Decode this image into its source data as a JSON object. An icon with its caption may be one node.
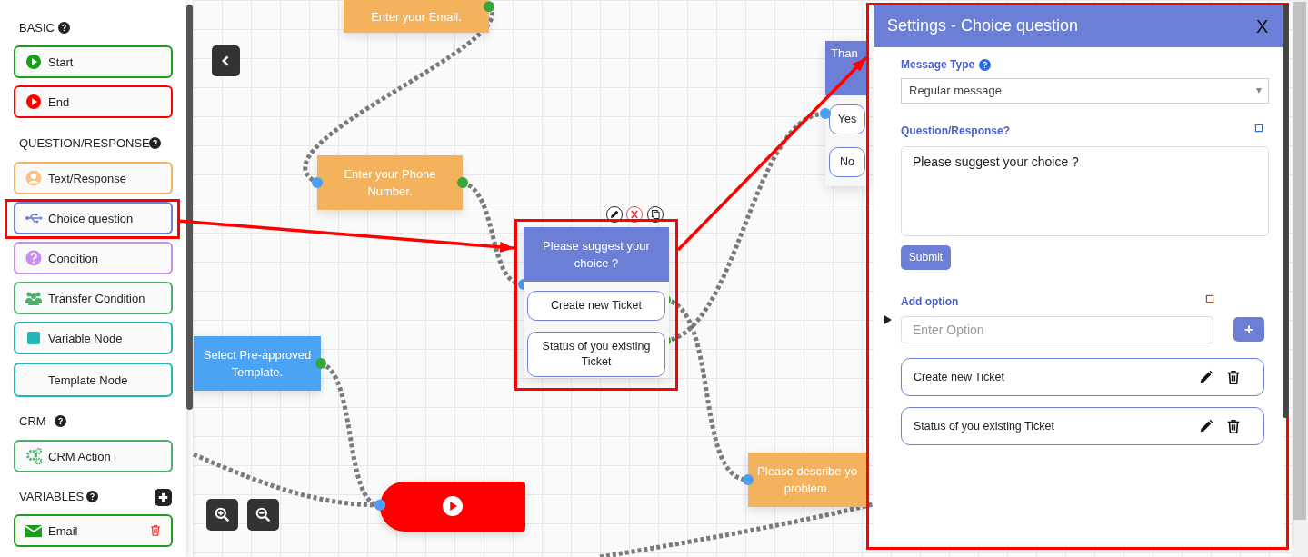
{
  "diagram": {
    "nodes": [
      {
        "text": [
          "Start"
        ]
      },
      {
        "text": [
          "End"
        ]
      },
      {
        "text": [
          "Text/Response"
        ]
      },
      {
        "text": [],
        "shape": "box"
      },
      {
        "text": [
          "Choice question"
        ],
        "in": 3
      },
      {
        "text": [
          "Condition"
        ]
      },
      {
        "text": [
          "Transfer Condition"
        ]
      },
      {
        "text": [
          "Variable Node"
        ]
      },
      {
        "text": [
          "Template Node"
        ]
      },
      {
        "text": [
          "CRM Action"
        ]
      },
      {
        "text": [
          "Email"
        ]
      },
      {
        "text": [
          "Enter your Email."
        ]
      },
      {
        "text": [
          "Enter your Phone Number."
        ]
      },
      {
        "text": [
          "Select Pre-approved Template."
        ]
      },
      {
        "text": [],
        "shape": "box"
      },
      {
        "text": [
          "Please suggest your choice ?"
        ],
        "in": 14
      },
      {
        "text": [
          "Create new Ticket"
        ],
        "in": 15
      },
      {
        "text": [
          "Status of you existing Ticket"
        ],
        "in": 15
      },
      {
        "text": [
          "Than"
        ]
      },
      {
        "text": [
          "Yes"
        ],
        "in": 18
      },
      {
        "text": [
          "No"
        ],
        "in": 18
      },
      {
        "text": [],
        "shape": "box"
      },
      {
        "text": [
          "Please describe yo problem."
        ]
      },
      {
        "text": [],
        "shape": "box"
      },
      {
        "text": [
          "Settings - Choice question"
        ],
        "in": 23
      },
      {
        "text": [
          "Regular message"
        ],
        "in": 24
      },
      {
        "text": [
          "Please suggest your choice ?"
        ],
        "in": 24
      },
      {
        "text": [
          "Submit"
        ],
        "in": 24
      },
      {
        "text": [
          "Enter Option"
        ],
        "in": 24
      },
      {
        "text": [
          "+"
        ],
        "in": 24
      },
      {
        "text": [
          "Create new Ticket"
        ],
        "in": 24
      },
      {
        "text": [
          "Status of you existing Ticket"
        ],
        "in": 24
      }
    ],
    "edges": [
      {
        "from": 11,
        "to": 12,
        "arrow": "none",
        "style": "dashed"
      },
      {
        "from": 12,
        "to": 15,
        "arrow": "none",
        "style": "dashed"
      },
      {
        "from": 16,
        "to": 22,
        "arrow": "none",
        "style": "dashed"
      },
      {
        "from": 17,
        "to": 18,
        "arrow": "none",
        "style": "dashed"
      },
      {
        "from": 13,
        "to": 21,
        "arrow": "none",
        "style": "dashed"
      },
      {
        "from": null,
        "to": 21,
        "arrow": "none",
        "style": "dashed"
      },
      {
        "from": 3,
        "to": 14,
        "arrow": "to",
        "color": "#ff0000"
      },
      {
        "from": 14,
        "to": 23,
        "arrow": "to",
        "color": "#ff0000"
      }
    ],
    "labels": [
      "BASIC",
      "QUESTION/RESPONSE",
      "CRM",
      "VARIABLES",
      "Message Type",
      "Question/Response?",
      "Add option",
      "X"
    ]
  }
}
